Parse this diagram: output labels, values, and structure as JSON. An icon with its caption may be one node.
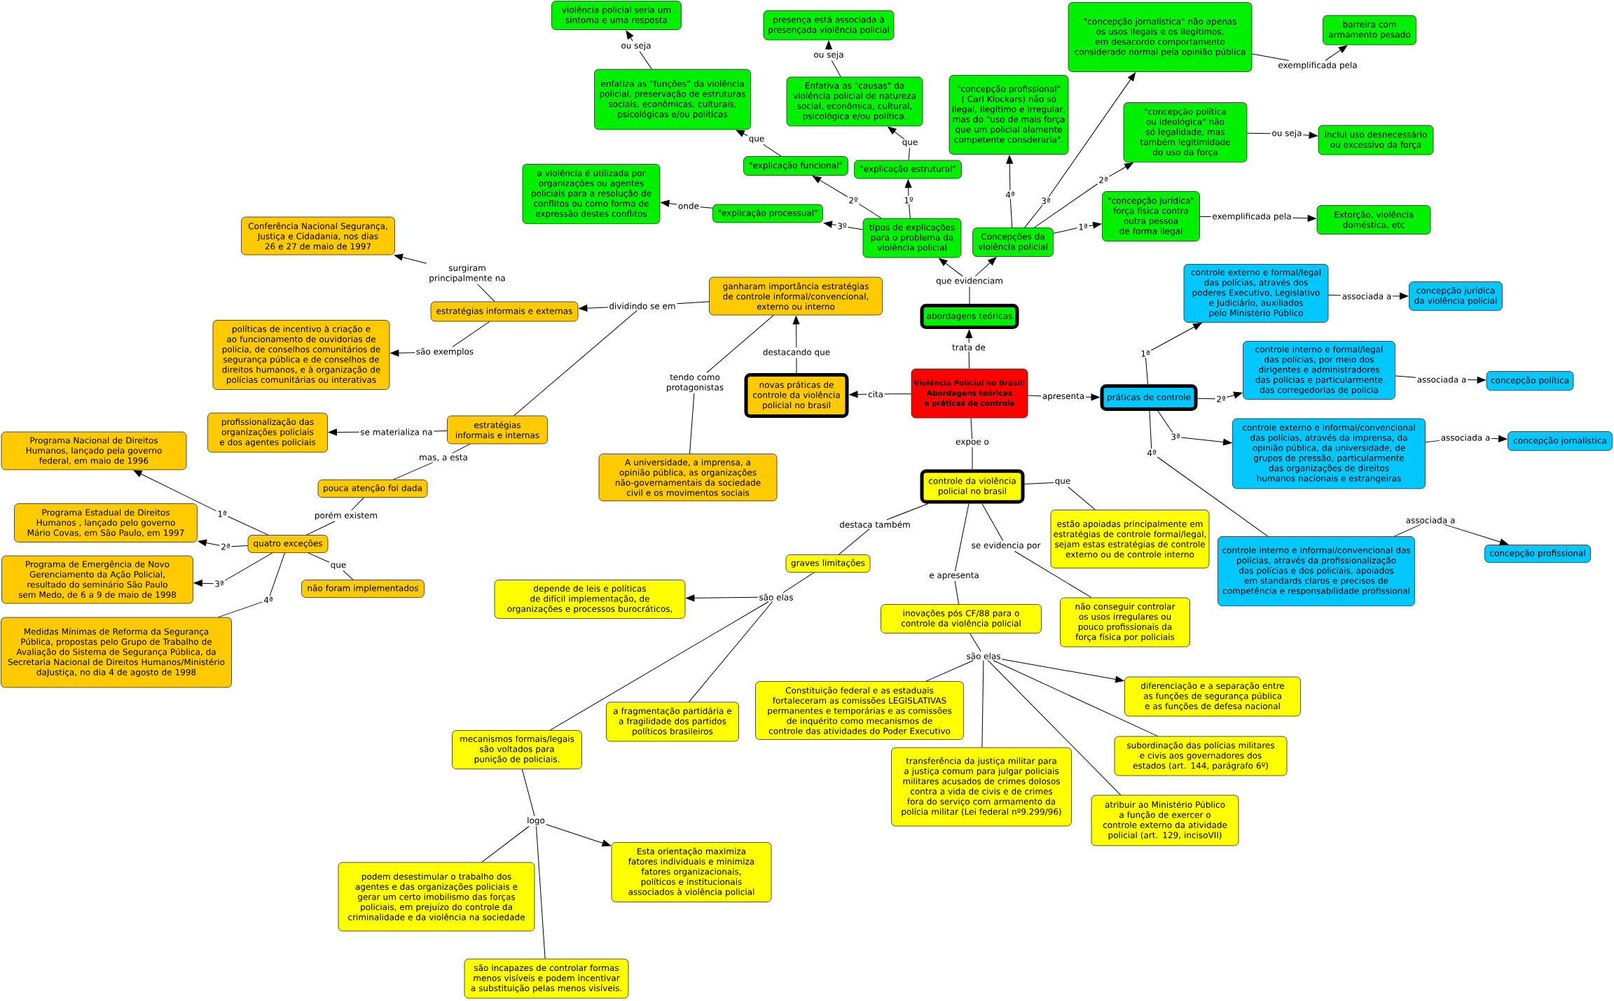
{
  "diagram": {
    "nodes": [
      {
        "text": [
          "Violência Policial no Brasil: Abordagens teóricas e práticas de controle"
        ]
      },
      {
        "text": [
          "trata de"
        ]
      },
      {
        "text": [
          "abordagens teóricas"
        ]
      },
      {
        "text": [
          "que evidenciam"
        ]
      },
      {
        "text": [
          "tipos de explicações para o problema da violência policial"
        ]
      },
      {
        "text": [
          "Concepções da violência policial"
        ]
      },
      {
        "text": [
          "1º"
        ]
      },
      {
        "text": [
          "\"explicação estrutural\""
        ]
      },
      {
        "text": [
          "que"
        ]
      },
      {
        "text": [
          "Enfativa as \"causas\" da violência policial de natureza social, econômica, cultural, psicológica e/ou política."
        ]
      },
      {
        "text": [
          "ou seja"
        ]
      },
      {
        "text": [
          "presença está associada à presençada violência policial"
        ]
      },
      {
        "text": [
          "2º"
        ]
      },
      {
        "text": [
          "\"explicação funcional\""
        ]
      },
      {
        "text": [
          "que"
        ]
      },
      {
        "text": [
          "enfatiza as “funções” da violência policial, preservação de estruturas sociais, econômicas, culturais, psicológicas e/ou políticas"
        ]
      },
      {
        "text": [
          "ou seja"
        ]
      },
      {
        "text": [
          "violência policial seria um sintoma e uma resposta"
        ]
      },
      {
        "text": [
          "3º"
        ]
      },
      {
        "text": [
          "\"explicação processual\""
        ]
      },
      {
        "text": [
          "onde"
        ]
      },
      {
        "text": [
          "a violência é utilizada por organizações ou agentes policiais para a resolução de conflitos ou como forma de expressão destes conflitos"
        ]
      },
      {
        "text": [
          "1ª"
        ]
      },
      {
        "text": [
          "\"concepção jurídica\" força física contra outra pessoa de forma ilegal"
        ]
      },
      {
        "text": [
          "exemplificada pela"
        ]
      },
      {
        "text": [
          "Extorção, violência doméstica, etc"
        ]
      },
      {
        "text": [
          "2ª"
        ]
      },
      {
        "text": [
          "\"concepção política ou ideológica\" não só legalidade, mas também legitimidade do uso da força"
        ]
      },
      {
        "text": [
          "ou seja"
        ]
      },
      {
        "text": [
          "inclui uso desnecessário ou excessivo da força"
        ]
      },
      {
        "text": [
          "3ª"
        ]
      },
      {
        "text": [
          "\"concepção jornalística\" não apenas os usos ilegais e os ilegítimos, em desacordo comportamento considerado normal pela opinião pública"
        ]
      },
      {
        "text": [
          "exemplificada pela"
        ]
      },
      {
        "text": [
          "barreira com armamento pesado"
        ]
      },
      {
        "text": [
          "4ª"
        ]
      },
      {
        "text": [
          "\"concepção profissional\" ( Carl Klockars) não só ilegal, ilegítimo e irregular, mas do \"uso de mais força que um policial alamente competente consderaria\"."
        ]
      },
      {
        "text": [
          "cita"
        ]
      },
      {
        "text": [
          "novas práticas de controle da violência policial no brasil"
        ]
      },
      {
        "text": [
          "destacando que"
        ]
      },
      {
        "text": [
          "ganharam importância estratégias de controle informal/convencional, externo ou interno"
        ]
      },
      {
        "text": [
          "dividindo se em"
        ]
      },
      {
        "text": [
          "estratégias informais e externas"
        ]
      },
      {
        "text": [
          "surgiram principalmente na"
        ]
      },
      {
        "text": [
          "Conferência Nacional Segurança, Justiça e Cidadania, nos dias 26 e 27 de maio de 1997"
        ]
      },
      {
        "text": [
          "são exemplos"
        ]
      },
      {
        "text": [
          "políticas de incentivo à criação e ao funcionamento de ouvidorias de polícia, de conselhos comunitários de segurança pública e de conselhos de direitos humanos, e à organização de polícias comunitárias ou interativas"
        ]
      },
      {
        "text": [
          "estratégias informais e internas"
        ]
      },
      {
        "text": [
          "se materializa na"
        ]
      },
      {
        "text": [
          "profissionalização das organizações policiais e dos agentes policiais"
        ]
      },
      {
        "text": [
          "mas, a esta"
        ]
      },
      {
        "text": [
          "pouca atenção foi dada"
        ]
      },
      {
        "text": [
          "porém existem"
        ]
      },
      {
        "text": [
          "quatro exceções"
        ]
      },
      {
        "text": [
          "1ª"
        ]
      },
      {
        "text": [
          "Programa Nacional de Direitos Humanos, lançado pela governo federal, em maio de 1996"
        ]
      },
      {
        "text": [
          "2ª"
        ]
      },
      {
        "text": [
          "Programa Estadual de Direitos Humanos , lançado pelo governo Mário Covas, em São Paulo, em 1997"
        ]
      },
      {
        "text": [
          "3ª"
        ]
      },
      {
        "text": [
          "Programa de Emergência de Novo Gerenciamento da Ação Policial, resultado do seminário São Paulo sem Medo, de 6 a 9 de maio de 1998"
        ]
      },
      {
        "text": [
          "4ª"
        ]
      },
      {
        "text": [
          "Medidas Mínimas de Reforma da Segurança Pública, propostas pelo Grupo de Trabalho de Avaliação do Sistema de Segurança Pública, da Secretaria Nacional de Direitos Humanos/Ministério daJustiça, no dia 4 de agosto de 1998"
        ]
      },
      {
        "text": [
          "que"
        ]
      },
      {
        "text": [
          "não foram implementados"
        ]
      },
      {
        "text": [
          "tendo como protagonistas"
        ]
      },
      {
        "text": [
          "A universidade, a imprensa, a opinião pública, as organizações não-governamentais da sociedade civil e os movimentos sociais"
        ]
      },
      {
        "text": [
          "apresenta"
        ]
      },
      {
        "text": [
          "práticas de controle"
        ]
      },
      {
        "text": [
          "1ª"
        ]
      },
      {
        "text": [
          "controle externo e formal/legal das polícias, através dos poderes Executivo, Legislativo e Judiciário, auxiliados pelo Ministério Público"
        ]
      },
      {
        "text": [
          "associada a"
        ]
      },
      {
        "text": [
          "concepção jurídica da violência policial"
        ]
      },
      {
        "text": [
          "2ª"
        ]
      },
      {
        "text": [
          "controle interno e formal/legal das polícias, por meio dos dirigentes e administradores das polícias e particularmente das corregedorias de polícia"
        ]
      },
      {
        "text": [
          "associada a"
        ]
      },
      {
        "text": [
          "concepção política"
        ]
      },
      {
        "text": [
          "3ª"
        ]
      },
      {
        "text": [
          "controle externo e informal/convencional das polícias, através da imprensa, da opinião pública, da universidade, de grupos de pressão, particularmente das organizações de direitos humanos nacionais e estrangeiras"
        ]
      },
      {
        "text": [
          "associada a"
        ]
      },
      {
        "text": [
          "concepção jornalística"
        ]
      },
      {
        "text": [
          "4ª"
        ]
      },
      {
        "text": [
          "controle interno e informal/convencional das polícias, através da profissionalização das polícias e dos policiais, apoiados em standards claros e precisos de competência e responsabilidade profissional"
        ]
      },
      {
        "text": [
          "associada a"
        ]
      },
      {
        "text": [
          "concepção profissional"
        ]
      },
      {
        "text": [
          "expoe o"
        ]
      },
      {
        "text": [
          "controle da violência policial no brasil"
        ]
      },
      {
        "text": [
          "que"
        ]
      },
      {
        "text": [
          "estão apoiadas principalmente em estratégias de controle formal/legal, sejam estas estratégias de controle externo ou de controle interno"
        ]
      },
      {
        "text": [
          "se evidencia por"
        ]
      },
      {
        "text": [
          "não conseguir controlar os usos irregulares ou pouco profissionais da força física por policiais"
        ]
      },
      {
        "text": [
          "e apresenta"
        ]
      },
      {
        "text": [
          "inovações pós CF/88 para o controle da violência policial"
        ]
      },
      {
        "text": [
          "são elas"
        ]
      },
      {
        "text": [
          "Constituição federal e as estaduais fortaleceram as comissões LEGISLATIVAS permanentes e temporárias e as comissões de inquérito como mecanismos de controle das atividades do Poder Executivo"
        ]
      },
      {
        "text": [
          "transferência da justiça militar para a justiça comum para julgar policiais militares acusados de crimes dolosos contra a vida de civis e de crimes fora do serviço com armamento da polícia militar (Lei federal nº9.299/96)"
        ]
      },
      {
        "text": [
          "diferenciação e a separação entre as funções de segurança pública e as funções de defesa nacional"
        ]
      },
      {
        "text": [
          "subordinação das polícias militares e civis aos governadores dos estados (art. 144, parágrafo 6º)"
        ]
      },
      {
        "text": [
          "atribuir ao Ministério Público a função de exercer o controle externo da atividade policial (art. 129, incisoVII)"
        ]
      },
      {
        "text": [
          "destaca também"
        ]
      },
      {
        "text": [
          "graves limitações"
        ]
      },
      {
        "text": [
          "são elas"
        ]
      },
      {
        "text": [
          "depende de leis e políticas de difícil implementação, de organizações e processos burocráticos,"
        ]
      },
      {
        "text": [
          "a fragmentação partidária e a fragilidade dos partidos políticos brasileiros"
        ]
      },
      {
        "text": [
          "mecanismos formais/legais são voltados para punição de policiais."
        ]
      },
      {
        "text": [
          "logo"
        ]
      },
      {
        "text": [
          "podem desestimular o trabalho dos agentes e das organizações policiais e gerar um certo imobilismo das forças policiais, em prejuízo do controle da criminalidade e da violência na sociedade"
        ]
      },
      {
        "text": [
          "Esta orientação maximiza fatores individuais e minimiza fatores organizacionais, políticos e institucionais associados à violência policial"
        ]
      },
      {
        "text": [
          "são incapazes de controlar formas menos visíveis e podem incentivar a substituição pelas menos visíveis."
        ]
      }
    ],
    "edges": [
      {
        "from": 0,
        "to": 1,
        "arrow": "none"
      },
      {
        "from": 1,
        "to": 2,
        "arrow": "to"
      },
      {
        "from": 2,
        "to": 3,
        "arrow": "none"
      },
      {
        "from": 3,
        "to": 4,
        "arrow": "to"
      },
      {
        "from": 3,
        "to": 5,
        "arrow": "to"
      },
      {
        "from": 4,
        "to": 6,
        "arrow": "none"
      },
      {
        "from": 6,
        "to": 7,
        "arrow": "to"
      },
      {
        "from": 7,
        "to": 8,
        "arrow": "none"
      },
      {
        "from": 8,
        "to": 9,
        "arrow": "to"
      },
      {
        "from": 9,
        "to": 10,
        "arrow": "none"
      },
      {
        "from": 10,
        "to": 11,
        "arrow": "to"
      },
      {
        "from": 4,
        "to": 12,
        "arrow": "none"
      },
      {
        "from": 12,
        "to": 13,
        "arrow": "to"
      },
      {
        "from": 13,
        "to": 14,
        "arrow": "none"
      },
      {
        "from": 14,
        "to": 15,
        "arrow": "to"
      },
      {
        "from": 15,
        "to": 16,
        "arrow": "none"
      },
      {
        "from": 16,
        "to": 17,
        "arrow": "to"
      },
      {
        "from": 4,
        "to": 18,
        "arrow": "none"
      },
      {
        "from": 18,
        "to": 19,
        "arrow": "to"
      },
      {
        "from": 19,
        "to": 20,
        "arrow": "none"
      },
      {
        "from": 20,
        "to": 21,
        "arrow": "to"
      },
      {
        "from": 5,
        "to": 22,
        "arrow": "none"
      },
      {
        "from": 22,
        "to": 23,
        "arrow": "to"
      },
      {
        "from": 23,
        "to": 24,
        "arrow": "none"
      },
      {
        "from": 24,
        "to": 25,
        "arrow": "to"
      },
      {
        "from": 5,
        "to": 26,
        "arrow": "none"
      },
      {
        "from": 26,
        "to": 27,
        "arrow": "to"
      },
      {
        "from": 27,
        "to": 28,
        "arrow": "none"
      },
      {
        "from": 28,
        "to": 29,
        "arrow": "to"
      },
      {
        "from": 5,
        "to": 30,
        "arrow": "none"
      },
      {
        "from": 30,
        "to": 31,
        "arrow": "to"
      },
      {
        "from": 31,
        "to": 32,
        "arrow": "none"
      },
      {
        "from": 32,
        "to": 33,
        "arrow": "to"
      },
      {
        "from": 5,
        "to": 34,
        "arrow": "none"
      },
      {
        "from": 34,
        "to": 35,
        "arrow": "to"
      },
      {
        "from": 0,
        "to": 36,
        "arrow": "none"
      },
      {
        "from": 36,
        "to": 37,
        "arrow": "to"
      },
      {
        "from": 37,
        "to": 38,
        "arrow": "none"
      },
      {
        "from": 38,
        "to": 39,
        "arrow": "to"
      },
      {
        "from": 39,
        "to": 40,
        "arrow": "none"
      },
      {
        "from": 40,
        "to": 41,
        "arrow": "to"
      },
      {
        "from": 41,
        "to": 42,
        "arrow": "none"
      },
      {
        "from": 42,
        "to": 43,
        "arrow": "to"
      },
      {
        "from": 41,
        "to": 44,
        "arrow": "none"
      },
      {
        "from": 44,
        "to": 45,
        "arrow": "to"
      },
      {
        "from": 40,
        "to": 46,
        "arrow": "none"
      },
      {
        "from": 46,
        "to": 47,
        "arrow": "none"
      },
      {
        "from": 47,
        "to": 48,
        "arrow": "to"
      },
      {
        "from": 46,
        "to": 49,
        "arrow": "none"
      },
      {
        "from": 49,
        "to": 50,
        "arrow": "none"
      },
      {
        "from": 50,
        "to": 51,
        "arrow": "none"
      },
      {
        "from": 51,
        "to": 52,
        "arrow": "none"
      },
      {
        "from": 52,
        "to": 53,
        "arrow": "none"
      },
      {
        "from": 53,
        "to": 54,
        "arrow": "to"
      },
      {
        "from": 52,
        "to": 55,
        "arrow": "none"
      },
      {
        "from": 55,
        "to": 56,
        "arrow": "to"
      },
      {
        "from": 52,
        "to": 57,
        "arrow": "none"
      },
      {
        "from": 57,
        "to": 58,
        "arrow": "to"
      },
      {
        "from": 52,
        "to": 59,
        "arrow": "none"
      },
      {
        "from": 59,
        "to": 60,
        "arrow": "none"
      },
      {
        "from": 52,
        "to": 61,
        "arrow": "none"
      },
      {
        "from": 61,
        "to": 62,
        "arrow": "none"
      },
      {
        "from": 39,
        "to": 63,
        "arrow": "none"
      },
      {
        "from": 63,
        "to": 64,
        "arrow": "none"
      },
      {
        "from": 0,
        "to": 65,
        "arrow": "none"
      },
      {
        "from": 65,
        "to": 66,
        "arrow": "to"
      },
      {
        "from": 66,
        "to": 67,
        "arrow": "none"
      },
      {
        "from": 67,
        "to": 68,
        "arrow": "to"
      },
      {
        "from": 68,
        "to": 69,
        "arrow": "none"
      },
      {
        "from": 69,
        "to": 70,
        "arrow": "to"
      },
      {
        "from": 66,
        "to": 71,
        "arrow": "none"
      },
      {
        "from": 71,
        "to": 72,
        "arrow": "to"
      },
      {
        "from": 72,
        "to": 73,
        "arrow": "none"
      },
      {
        "from": 73,
        "to": 74,
        "arrow": "to"
      },
      {
        "from": 66,
        "to": 75,
        "arrow": "none"
      },
      {
        "from": 75,
        "to": 76,
        "arrow": "to"
      },
      {
        "from": 76,
        "to": 77,
        "arrow": "none"
      },
      {
        "from": 77,
        "to": 78,
        "arrow": "to"
      },
      {
        "from": 66,
        "to": 79,
        "arrow": "none"
      },
      {
        "from": 79,
        "to": 80,
        "arrow": "none"
      },
      {
        "from": 80,
        "to": 81,
        "arrow": "none"
      },
      {
        "from": 81,
        "to": 82,
        "arrow": "to"
      },
      {
        "from": 0,
        "to": 83,
        "arrow": "none"
      },
      {
        "from": 83,
        "to": 84,
        "arrow": "none"
      },
      {
        "from": 84,
        "to": 85,
        "arrow": "none"
      },
      {
        "from": 85,
        "to": 86,
        "arrow": "none"
      },
      {
        "from": 84,
        "to": 87,
        "arrow": "none"
      },
      {
        "from": 87,
        "to": 88,
        "arrow": "none"
      },
      {
        "from": 84,
        "to": 89,
        "arrow": "none"
      },
      {
        "from": 89,
        "to": 90,
        "arrow": "none"
      },
      {
        "from": 90,
        "to": 91,
        "arrow": "none"
      },
      {
        "from": 91,
        "to": 92,
        "arrow": "none"
      },
      {
        "from": 91,
        "to": 93,
        "arrow": "none"
      },
      {
        "from": 91,
        "to": 94,
        "arrow": "to"
      },
      {
        "from": 91,
        "to": 95,
        "arrow": "none"
      },
      {
        "from": 91,
        "to": 96,
        "arrow": "none"
      },
      {
        "from": 84,
        "to": 97,
        "arrow": "none"
      },
      {
        "from": 97,
        "to": 98,
        "arrow": "none"
      },
      {
        "from": 98,
        "to": 99,
        "arrow": "none"
      },
      {
        "from": 99,
        "to": 100,
        "arrow": "to"
      },
      {
        "from": 99,
        "to": 101,
        "arrow": "none"
      },
      {
        "from": 99,
        "to": 102,
        "arrow": "none"
      },
      {
        "from": 102,
        "to": 103,
        "arrow": "none"
      },
      {
        "from": 103,
        "to": 104,
        "arrow": "none"
      },
      {
        "from": 103,
        "to": 105,
        "arrow": "to"
      },
      {
        "from": 103,
        "to": 106,
        "arrow": "none"
      }
    ]
  }
}
